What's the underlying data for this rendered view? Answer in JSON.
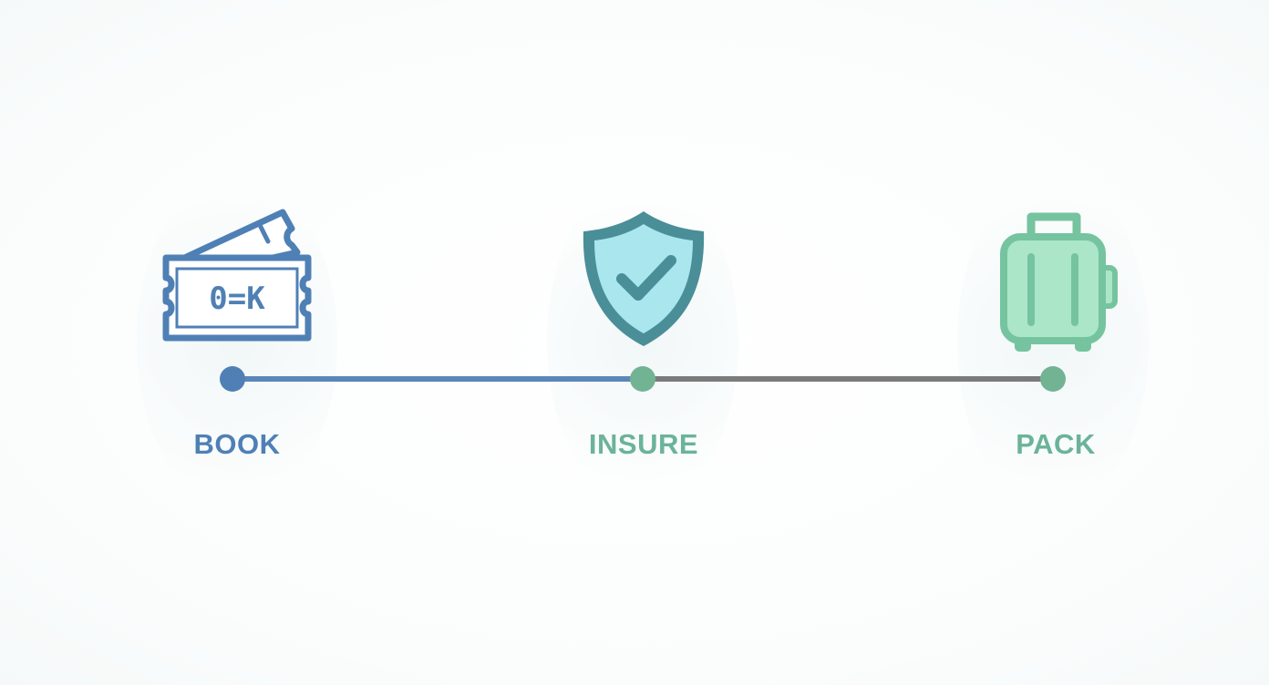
{
  "steps": [
    {
      "label": "BOOK",
      "icon": "ticket-icon",
      "ticket_text": "0=K",
      "color": "#4f80b5"
    },
    {
      "label": "INSURE",
      "icon": "shield-check-icon",
      "color": "#6bb399"
    },
    {
      "label": "PACK",
      "icon": "suitcase-icon",
      "color": "#6bb399"
    }
  ],
  "colors": {
    "book_blue": "#4f80b5",
    "insure_teal_stroke": "#4a8e98",
    "insure_teal_fill": "#a9e6ee",
    "pack_green_stroke": "#75c49f",
    "pack_green_fill": "#abe6c9",
    "line_blue": "#5a87ba",
    "line_gray": "#7b7b7b",
    "node_green": "#72b394"
  }
}
